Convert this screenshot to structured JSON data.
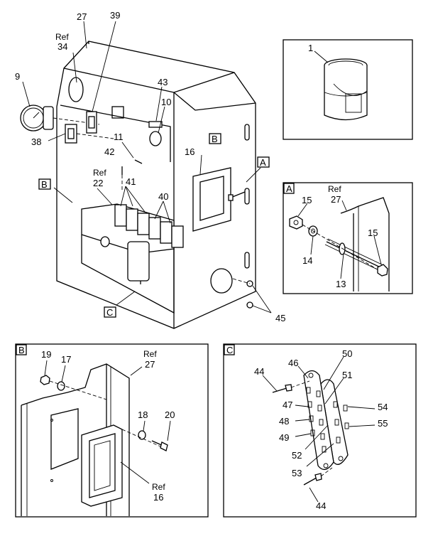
{
  "main_labels": {
    "l27": "27",
    "l39": "39",
    "ref34a": "Ref",
    "ref34b": "34",
    "l9": "9",
    "l43": "43",
    "l10": "10",
    "l38": "38",
    "l11": "11",
    "l42": "42",
    "refB1": "B",
    "l16": "16",
    "refA1": "A",
    "ref22a": "Ref",
    "ref22b": "22",
    "l41": "41",
    "l40": "40",
    "refB2": "B",
    "refC1": "C",
    "l45": "45"
  },
  "panel_paint": {
    "l1": "1"
  },
  "panel_a": {
    "title": "A",
    "ref": "Ref",
    "ref27": "27",
    "l15a": "15",
    "l15b": "15",
    "l14": "14",
    "l13": "13"
  },
  "panel_b": {
    "title": "B",
    "l19": "19",
    "l17": "17",
    "ref": "Ref",
    "ref27": "27",
    "l18": "18",
    "l20": "20",
    "ref2": "Ref",
    "ref16": "16"
  },
  "panel_c": {
    "title": "C",
    "l44a": "44",
    "l46": "46",
    "l50": "50",
    "l51": "51",
    "l47": "47",
    "l48": "48",
    "l49": "49",
    "l52": "52",
    "l53": "53",
    "l54": "54",
    "l55": "55",
    "l44b": "44"
  }
}
